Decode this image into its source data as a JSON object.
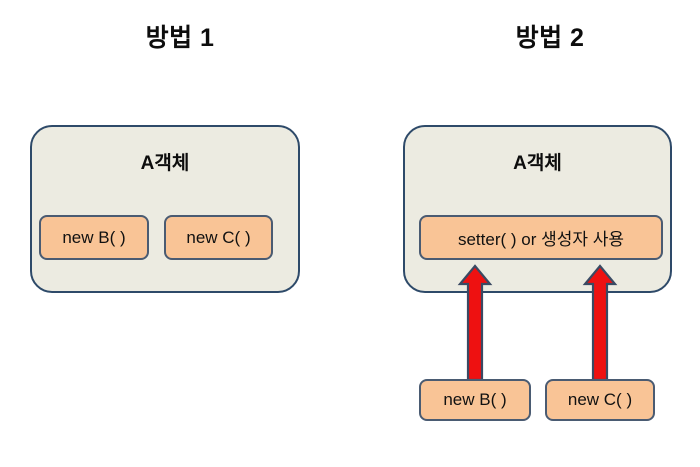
{
  "diagram": {
    "panels": [
      {
        "title": "방법 1",
        "container_label": "A객체",
        "inner_boxes": [
          {
            "label": "new B( )"
          },
          {
            "label": "new C( )"
          }
        ]
      },
      {
        "title": "방법 2",
        "container_label": "A객체",
        "inner_boxes": [
          {
            "label": "setter( ) or 생성자 사용"
          }
        ],
        "external_boxes": [
          {
            "label": "new B( )"
          },
          {
            "label": "new C( )"
          }
        ],
        "arrows": [
          {
            "name": "arrow-up-left",
            "direction": "up"
          },
          {
            "name": "arrow-up-right",
            "direction": "up"
          }
        ]
      }
    ],
    "colors": {
      "container_fill": "#ecebe1",
      "container_border": "#2e4a69",
      "box_fill": "#f9c496",
      "box_border": "#4a5b72",
      "arrow_fill": "#ee1111",
      "arrow_border": "#3a4a63",
      "text": "#0d0d0d",
      "background": "#ffffff"
    }
  }
}
